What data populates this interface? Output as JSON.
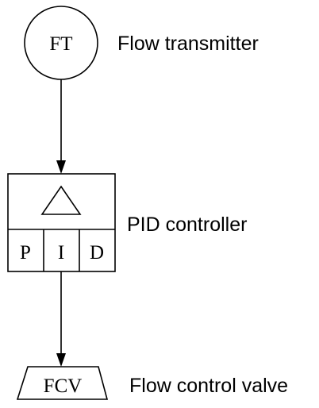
{
  "transmitter": {
    "tag": "FT",
    "label": "Flow transmitter"
  },
  "controller": {
    "label": "PID controller",
    "modes": [
      "P",
      "I",
      "D"
    ]
  },
  "valve": {
    "tag": "FCV",
    "label": "Flow control valve"
  }
}
